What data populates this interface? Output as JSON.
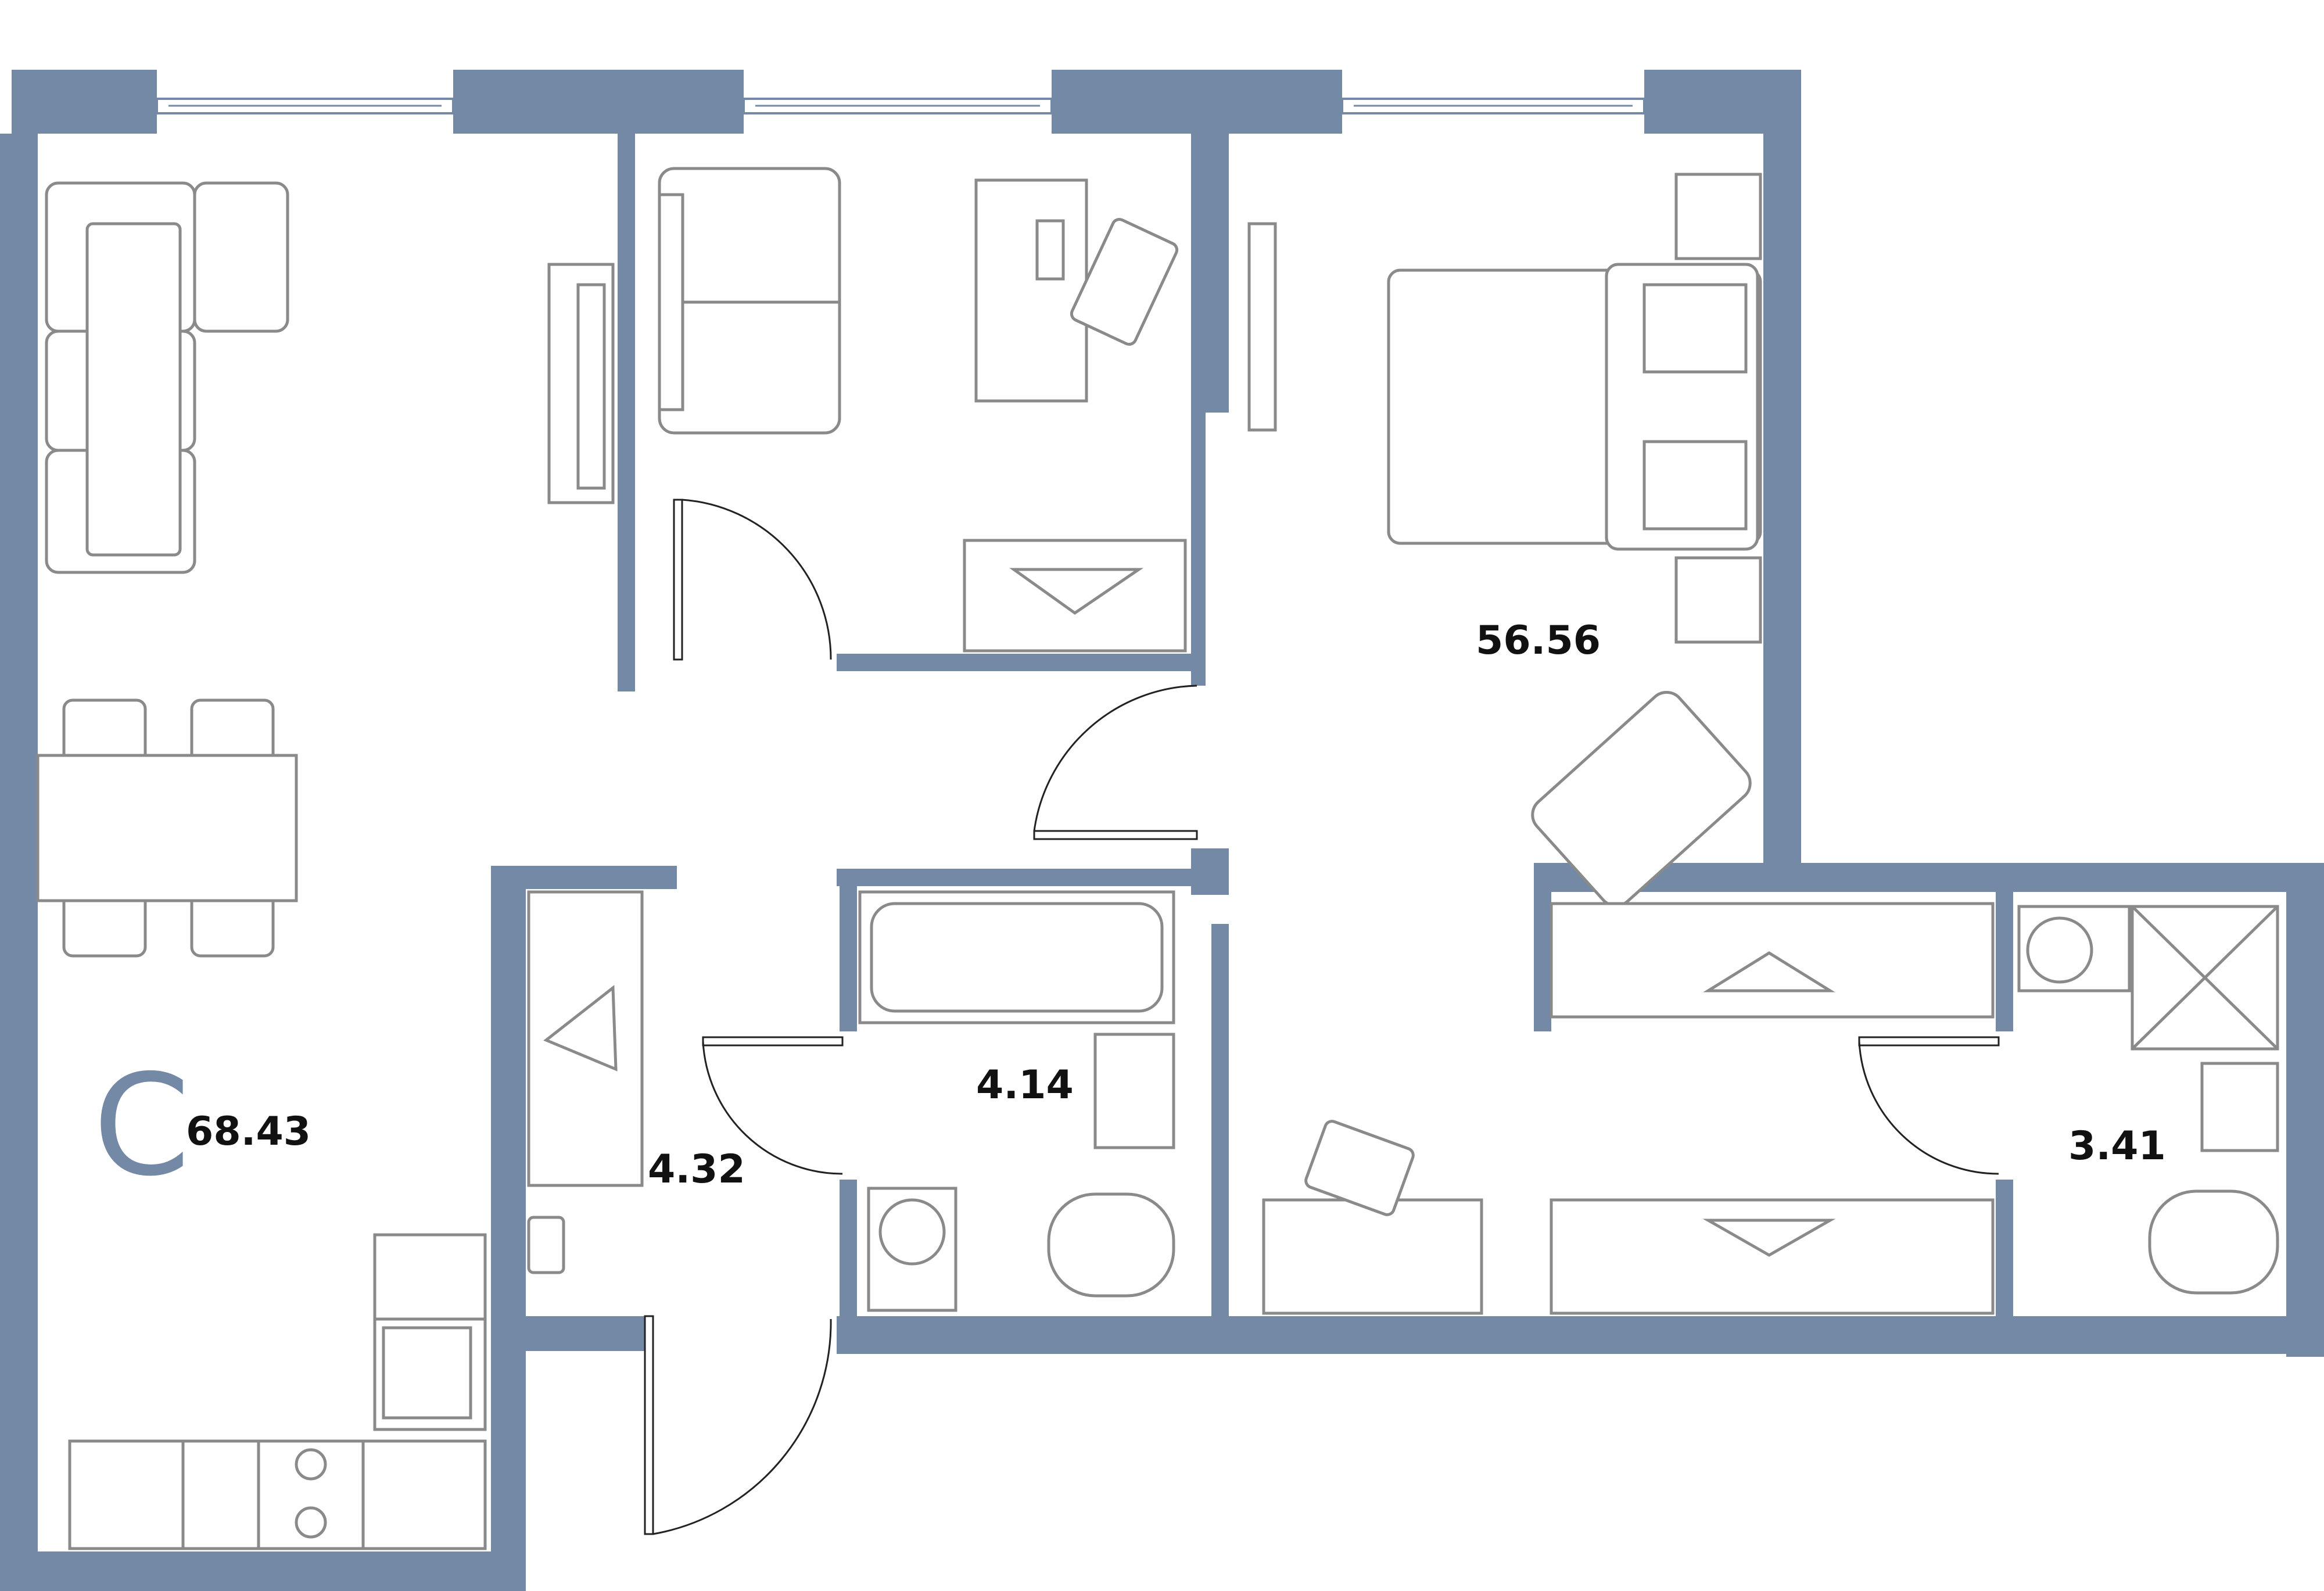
{
  "plan": {
    "accent_color": "#7489a6",
    "marker_letter": "C",
    "rooms": [
      {
        "id": "living-kitchen",
        "area": "68.43"
      },
      {
        "id": "bedroom",
        "area": "56.56"
      },
      {
        "id": "hall",
        "area": "4.32"
      },
      {
        "id": "bathroom",
        "area": "4.14"
      },
      {
        "id": "shower-room",
        "area": "3.41"
      }
    ]
  }
}
